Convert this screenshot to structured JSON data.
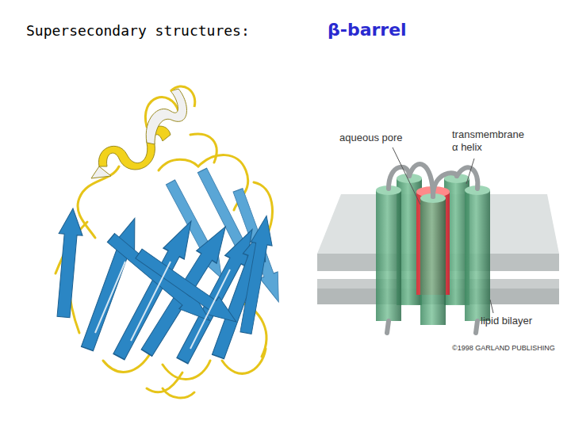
{
  "diagram": {
    "title": "Supersecondary structures:",
    "labels": [
      "β-barrel",
      "aqueous pore",
      "transmembrane α helix",
      "lipid bilayer",
      "©1998 GARLAND PUBLISHING"
    ]
  }
}
